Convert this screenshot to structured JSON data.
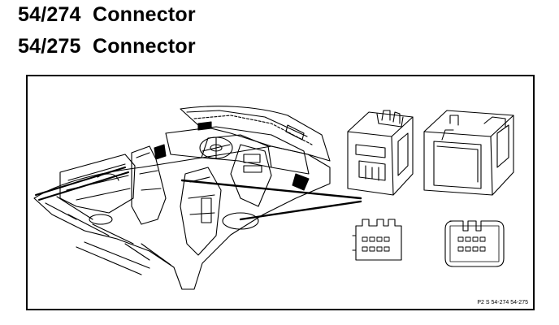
{
  "titles": {
    "line1": "54/274  Connector",
    "line2": "54/275  Connector"
  },
  "diagram": {
    "caption": "P2 S 54-274 54-275"
  },
  "colors": {
    "ink": "#000000",
    "paper": "#ffffff"
  }
}
